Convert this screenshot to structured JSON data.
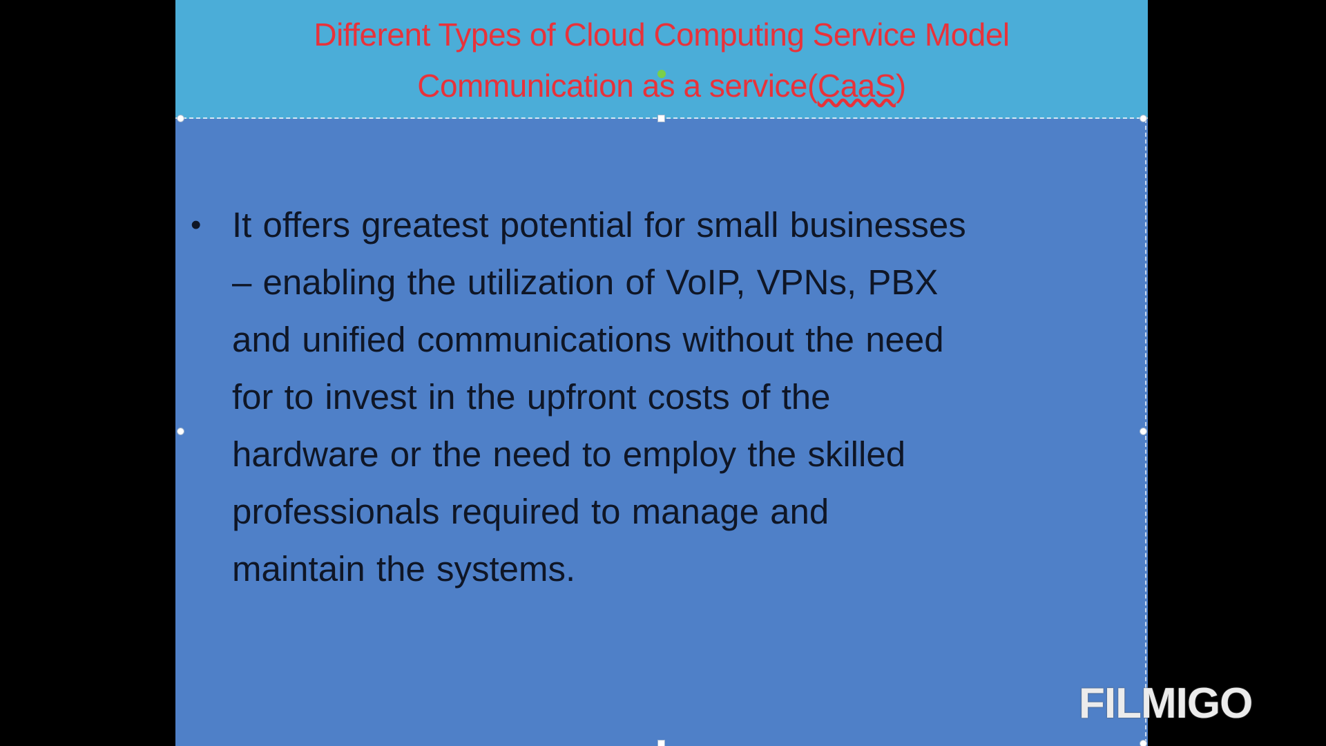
{
  "slide": {
    "title_line_1": "Different Types of Cloud Computing Service Model",
    "title_line_2_prefix": "Communication as a service(",
    "title_line_2_caas": "CaaS",
    "title_line_2_suffix": ")",
    "bullet_glyph": "•",
    "bullet_lines": [
      "It offers greatest potential for small businesses",
      "– enabling the utilization of VoIP, VPNs, PBX",
      "and unified communications without the need",
      "for to invest in the upfront costs of the",
      "hardware or the need to employ the skilled",
      "professionals required to manage and",
      "maintain the systems."
    ]
  },
  "watermark": {
    "text": "FILMIGO"
  },
  "colors": {
    "background": "#000000",
    "title_band": "#4badd8",
    "content_area": "#4f80c8",
    "title_text": "#e8323a",
    "body_text": "#0f1626",
    "watermark": "#ececec"
  }
}
